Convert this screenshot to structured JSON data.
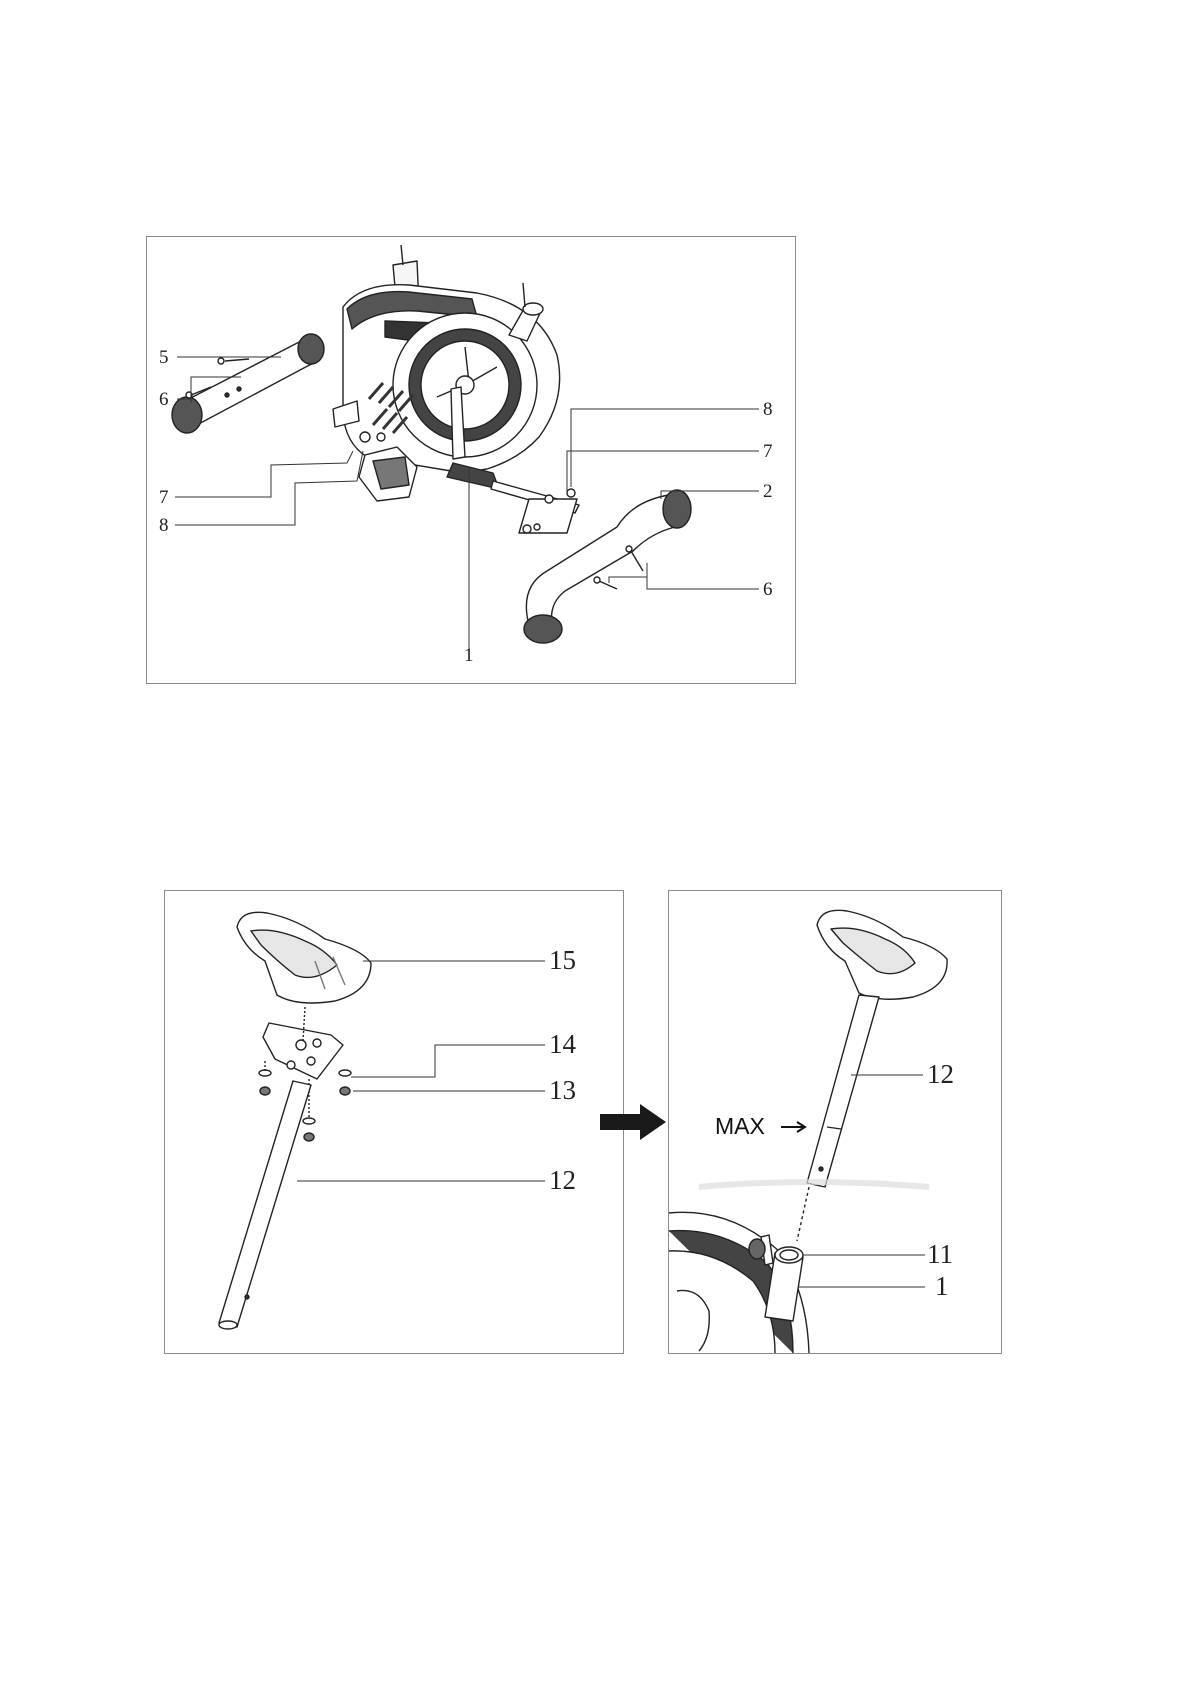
{
  "figure1": {
    "callouts": [
      "5",
      "6",
      "7",
      "8",
      "8",
      "7",
      "2",
      "6",
      "1"
    ]
  },
  "figure2": {
    "callouts": [
      "15",
      "14",
      "13",
      "12"
    ]
  },
  "figure3": {
    "max_label": "MAX",
    "callouts": [
      "12",
      "11",
      "1"
    ]
  }
}
